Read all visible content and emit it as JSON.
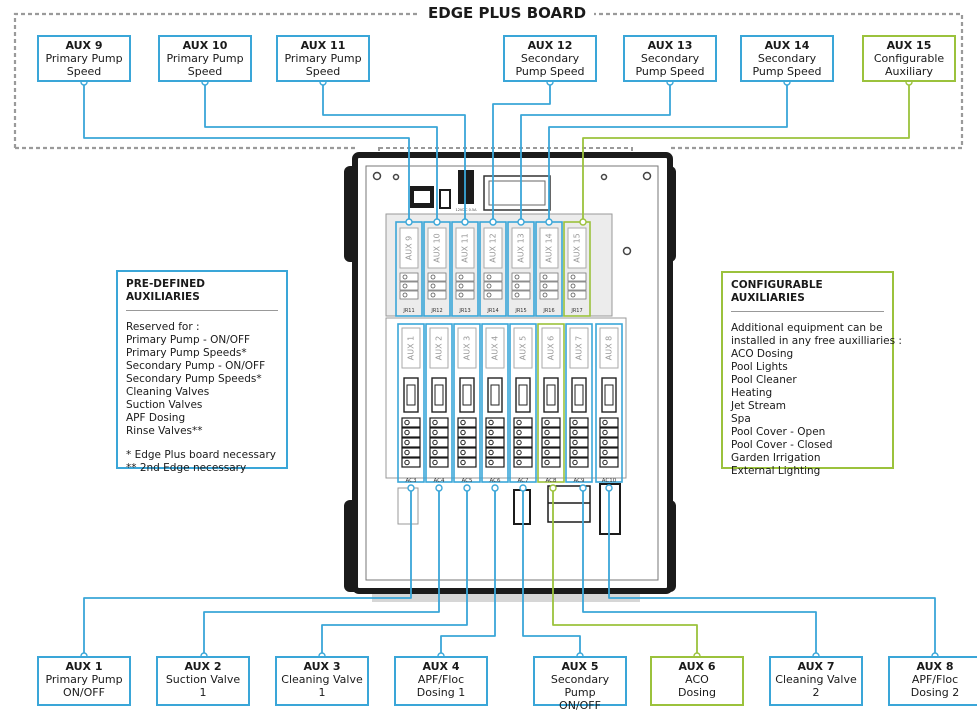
{
  "title": "EDGE PLUS BOARD",
  "top_boxes": [
    {
      "name": "AUX 9",
      "lines": [
        "Primary Pump",
        "Speed"
      ],
      "color": "blue"
    },
    {
      "name": "AUX 10",
      "lines": [
        "Primary Pump",
        "Speed"
      ],
      "color": "blue"
    },
    {
      "name": "AUX 11",
      "lines": [
        "Primary Pump",
        "Speed"
      ],
      "color": "blue"
    },
    {
      "name": "AUX 12",
      "lines": [
        "Secondary",
        "Pump Speed"
      ],
      "color": "blue"
    },
    {
      "name": "AUX 13",
      "lines": [
        "Secondary",
        "Pump Speed"
      ],
      "color": "blue"
    },
    {
      "name": "AUX 14",
      "lines": [
        "Secondary",
        "Pump Speed"
      ],
      "color": "blue"
    },
    {
      "name": "AUX 15",
      "lines": [
        "Configurable",
        "Auxiliary"
      ],
      "color": "green"
    }
  ],
  "bottom_boxes": [
    {
      "name": "AUX 1",
      "lines": [
        "Primary Pump",
        "ON/OFF"
      ],
      "color": "blue"
    },
    {
      "name": "AUX 2",
      "lines": [
        "Suction Valve",
        "1"
      ],
      "color": "blue"
    },
    {
      "name": "AUX 3",
      "lines": [
        "Cleaning Valve",
        "1"
      ],
      "color": "blue"
    },
    {
      "name": "AUX 4",
      "lines": [
        "APF/Floc",
        "Dosing 1"
      ],
      "color": "blue"
    },
    {
      "name": "AUX 5",
      "lines": [
        "Secondary Pump",
        "ON/OFF"
      ],
      "color": "blue"
    },
    {
      "name": "AUX 6",
      "lines": [
        "ACO",
        "Dosing"
      ],
      "color": "green"
    },
    {
      "name": "AUX 7",
      "lines": [
        "Cleaning Valve",
        "2"
      ],
      "color": "blue"
    },
    {
      "name": "AUX 8",
      "lines": [
        "APF/Floc",
        "Dosing 2"
      ],
      "color": "blue"
    }
  ],
  "predefined": {
    "heading": "PRE-DEFINED AUXILIARIES",
    "lines": [
      "Reserved for :",
      "Primary Pump - ON/OFF",
      "Primary Pump Speeds*",
      "Secondary Pump - ON/OFF",
      "Secondary Pump Speeds*",
      "Cleaning Valves",
      "Suction Valves",
      "APF Dosing",
      "Rinse Valves**"
    ],
    "notes": [
      "* Edge Plus board necessary",
      "** 2nd Edge necessary"
    ]
  },
  "configurable": {
    "heading": "CONFIGURABLE AUXILIARIES",
    "lines": [
      "Additional equipment can be",
      "installed in any free auxilliaries :",
      "ACO Dosing",
      "Pool Lights",
      "Pool Cleaner",
      "Heating",
      "Jet Stream",
      "Spa",
      "Pool Cover - Open",
      "Pool Cover - Closed",
      "Garden Irrigation",
      "External Lighting"
    ]
  },
  "board_upper": {
    "relays": [
      "AUX 9",
      "AUX 10",
      "AUX 11",
      "AUX 12",
      "AUX 13",
      "AUX 14",
      "AUX 15"
    ],
    "jumpers": [
      "JR11",
      "JR12",
      "JR13",
      "JR14",
      "JR15",
      "JR16",
      "JR17"
    ],
    "pcb_text": "12VDC 0.5A"
  },
  "board_lower": {
    "relays": [
      "AUX 1",
      "AUX 2",
      "AUX 3",
      "AUX 4",
      "AUX 5",
      "AUX 6",
      "AUX 7",
      "AUX 8"
    ],
    "terminals": [
      "AC3",
      "AC4",
      "AC5",
      "AC6",
      "AC7",
      "AC8",
      "AC9",
      "AC10"
    ]
  },
  "colors": {
    "blue": "#3aa6d8",
    "green": "#9bc23c",
    "dashed": "#9a9a9a",
    "enclosure": "#1b1b1b"
  }
}
